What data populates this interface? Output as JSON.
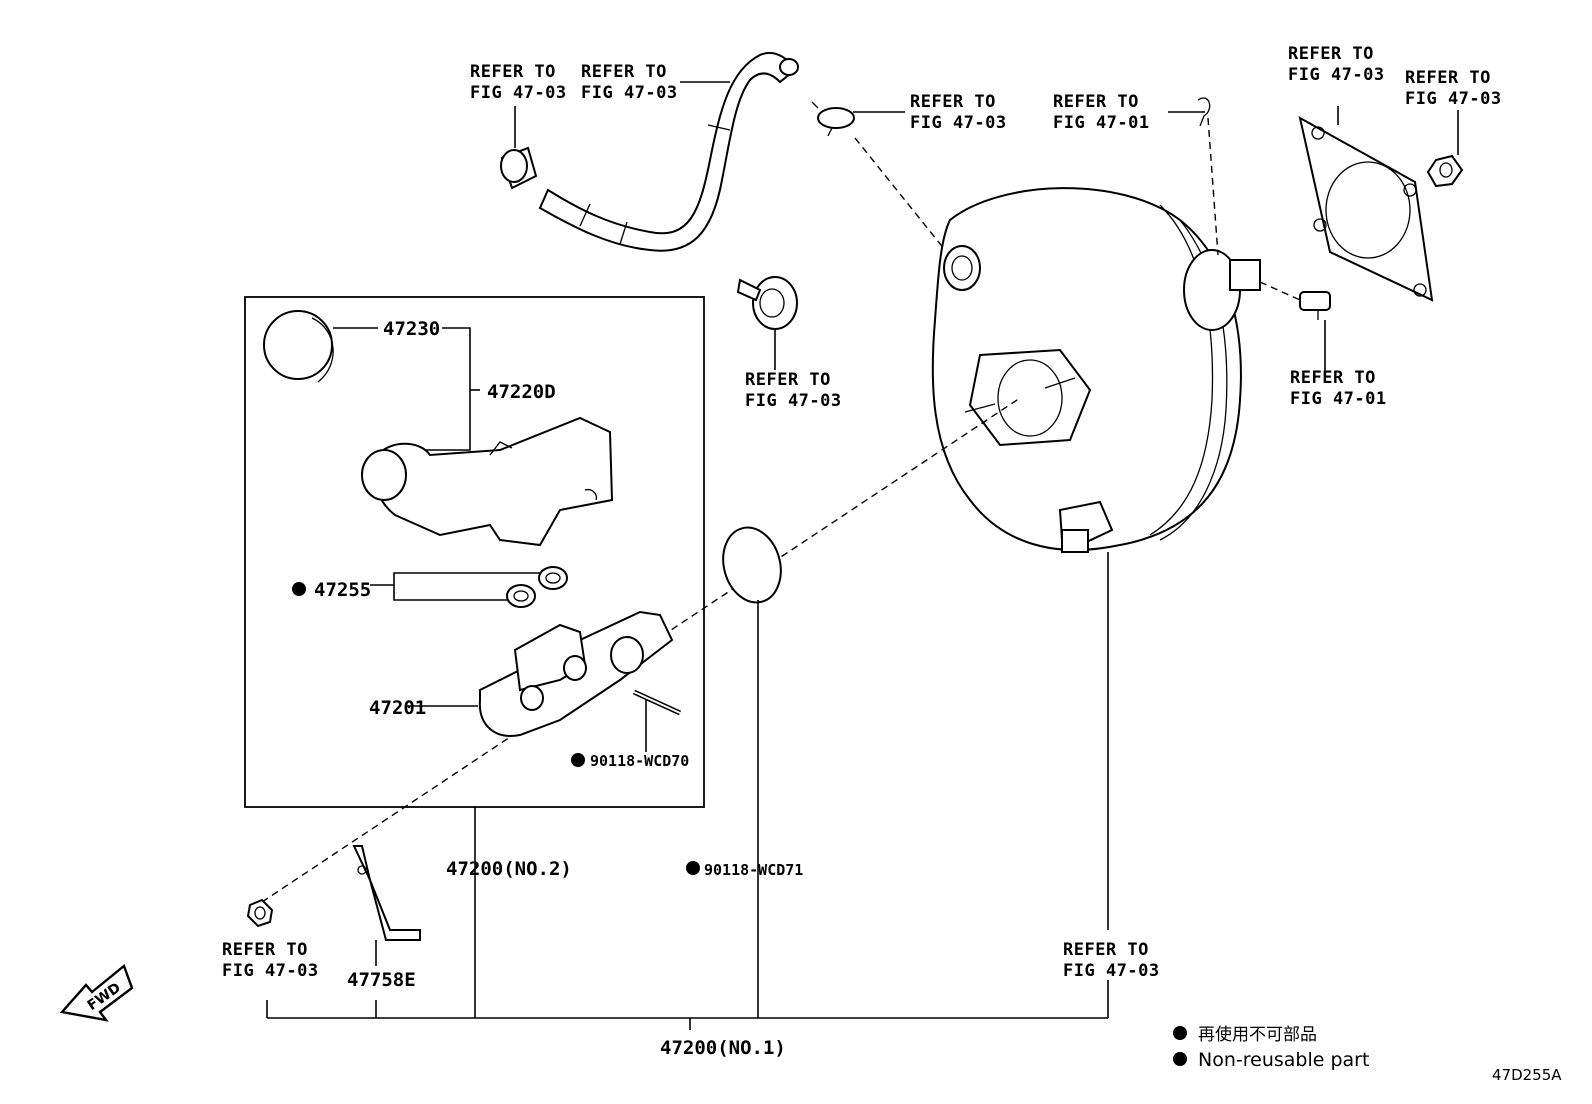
{
  "diagram": {
    "code": "47D255A",
    "refer_line1": "REFER TO",
    "fig_47_03": "FIG 47-03",
    "fig_47_01": "FIG 47-01",
    "parts": {
      "p47230": "47230",
      "p47220D": "47220D",
      "p47255": "47255",
      "p47201": "47201",
      "p90118_wcd70": "90118-WCD70",
      "p90118_wcd71": "90118-WCD71",
      "p47200_no2": "47200(NO.2)",
      "p47758E": "47758E",
      "p47200_no1": "47200(NO.1)"
    },
    "legend": {
      "line_jp": "再使用不可部品",
      "line_en": "Non-reusable part"
    },
    "fwd_label": "FWD"
  }
}
